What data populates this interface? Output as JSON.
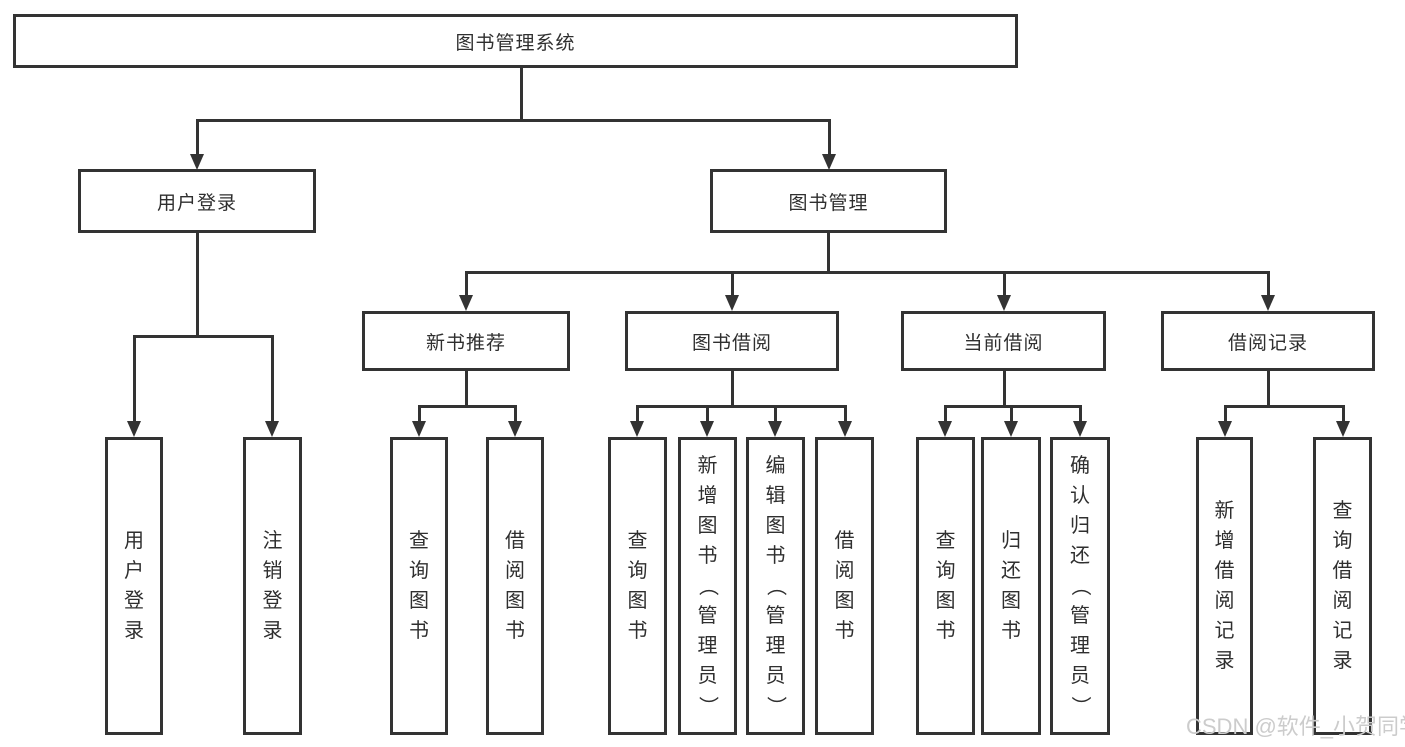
{
  "diagram": {
    "root_label": "图书管理系统",
    "branches": [
      {
        "label": "用户登录",
        "children": [
          "用户登录",
          "注销登录"
        ]
      },
      {
        "label": "图书管理",
        "groups": [
          {
            "label": "新书推荐",
            "children": [
              "查询图书",
              "借阅图书"
            ]
          },
          {
            "label": "图书借阅",
            "children": [
              "查询图书",
              "新增图书（管理员）",
              "编辑图书（管理员）",
              "借阅图书"
            ]
          },
          {
            "label": "当前借阅",
            "children": [
              "查询图书",
              "归还图书",
              "确认归还（管理员）"
            ]
          },
          {
            "label": "借阅记录",
            "children": [
              "新增借阅记录",
              "查询借阅记录"
            ]
          }
        ]
      }
    ]
  },
  "watermark": {
    "text": "CSDN @软件_小贺同学",
    "color": "#cccccc"
  },
  "colors": {
    "line": "#333333",
    "text": "#2f2f2f",
    "box_background": "#ffffff"
  }
}
